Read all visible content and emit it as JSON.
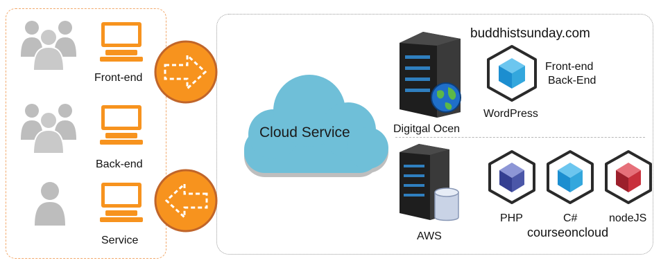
{
  "colors": {
    "orange": "#f7931e",
    "cloud": "#6fbfd8",
    "server": "#2b2b2b",
    "people": "#bdbdbd",
    "cube_blue": "#33a7dd",
    "cube_indigo": "#4b57a8",
    "cube_red": "#c8303c"
  },
  "clients": [
    {
      "label": "Front-end",
      "icons": [
        "users-group-icon",
        "computer-icon"
      ]
    },
    {
      "label": "Back-end",
      "icons": [
        "users-group-icon",
        "computer-icon"
      ]
    },
    {
      "label": "Service",
      "icons": [
        "user-icon",
        "computer-icon"
      ]
    }
  ],
  "arrows": {
    "top": "arrow-right-icon",
    "bottom": "arrow-left-icon"
  },
  "cloud": {
    "label": "Cloud Service"
  },
  "digital_ocean": {
    "site": "buddhistsunday.com",
    "server_label": "Digitgal Ocen",
    "wordpress_label": "WordPress",
    "roles_line1": "Front-end",
    "roles_line2": "Back-End"
  },
  "aws": {
    "server_label": "AWS",
    "site": "courseoncloud",
    "stacks": [
      "PHP",
      "C#",
      "nodeJS"
    ]
  }
}
